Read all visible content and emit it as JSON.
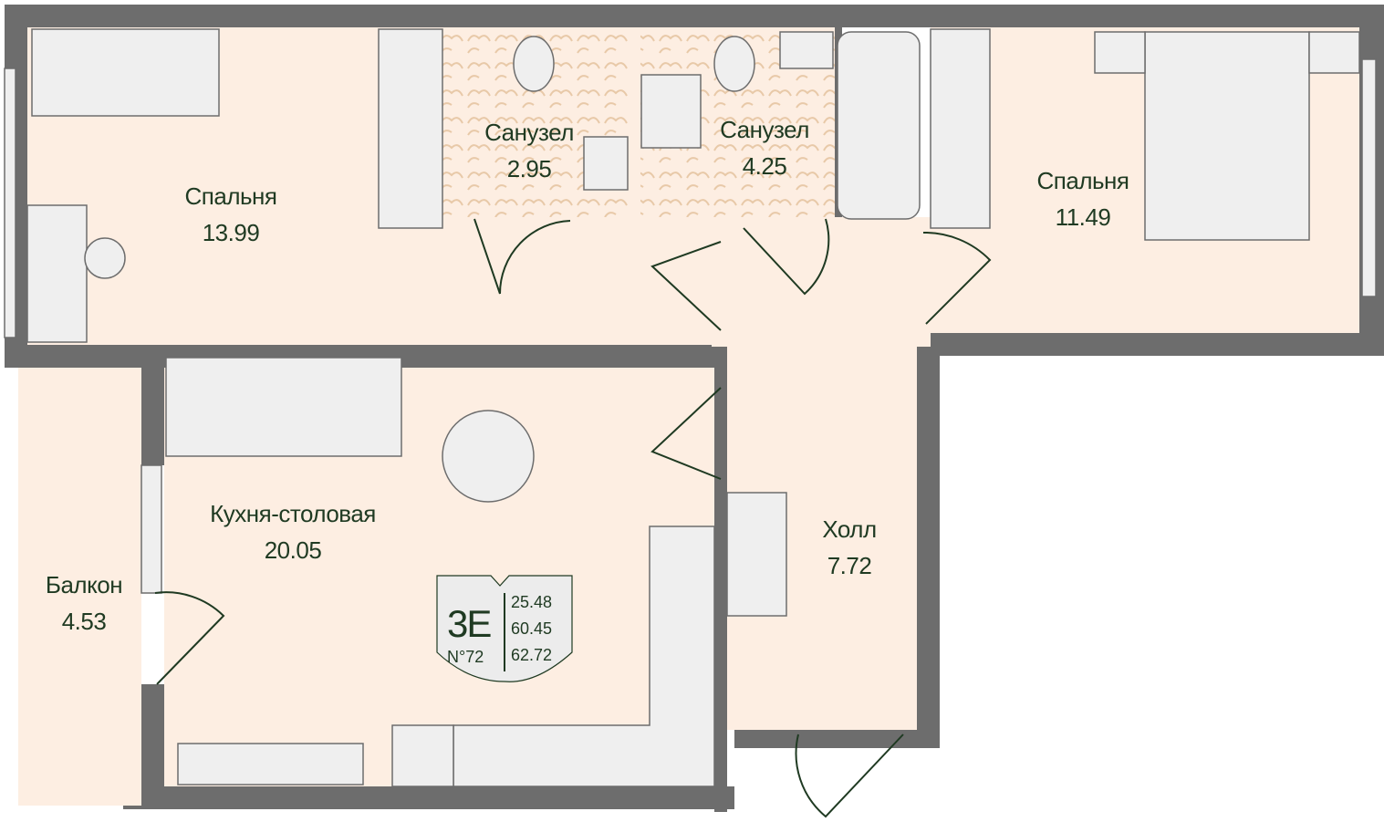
{
  "rooms": [
    {
      "name": "Спальня",
      "area": "13.99"
    },
    {
      "name": "Санузел",
      "area": "2.95"
    },
    {
      "name": "Санузел",
      "area": "4.25"
    },
    {
      "name": "Спальня",
      "area": "11.49"
    },
    {
      "name": "Кухня-столовая",
      "area": "20.05"
    },
    {
      "name": "Балкон",
      "area": "4.53"
    },
    {
      "name": "Холл",
      "area": "7.72"
    }
  ],
  "badge": {
    "type": "3E",
    "number": "N°72",
    "values": [
      "25.48",
      "60.45",
      "62.72"
    ]
  },
  "colors": {
    "wall": "#6d6d6d",
    "room": "#fdeee2",
    "furniture": "#efefef",
    "text": "#1f3a22"
  }
}
